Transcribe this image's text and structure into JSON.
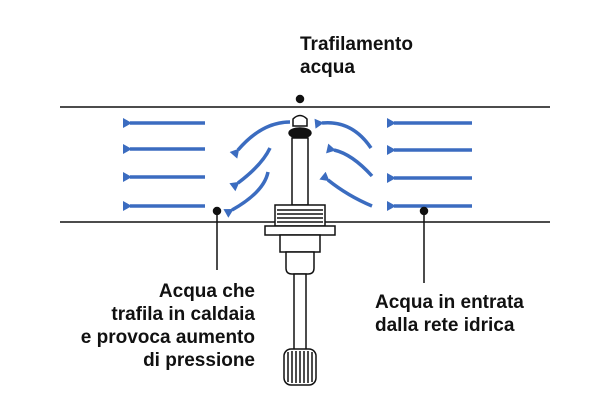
{
  "labels": {
    "leak": [
      "Trafilamento",
      "acqua"
    ],
    "boiler": [
      "Acqua che",
      "trafila in caldaia",
      "e provoca aumento",
      "di pressione"
    ],
    "inlet": [
      "Acqua in entrata",
      "dalla rete idrica"
    ]
  },
  "colors": {
    "arrow": "#3b6cc0",
    "line": "#111111",
    "background": "#ffffff"
  },
  "icons": {
    "flow_arrow": "arrow-left-icon",
    "valve": "filling-valve-icon"
  }
}
